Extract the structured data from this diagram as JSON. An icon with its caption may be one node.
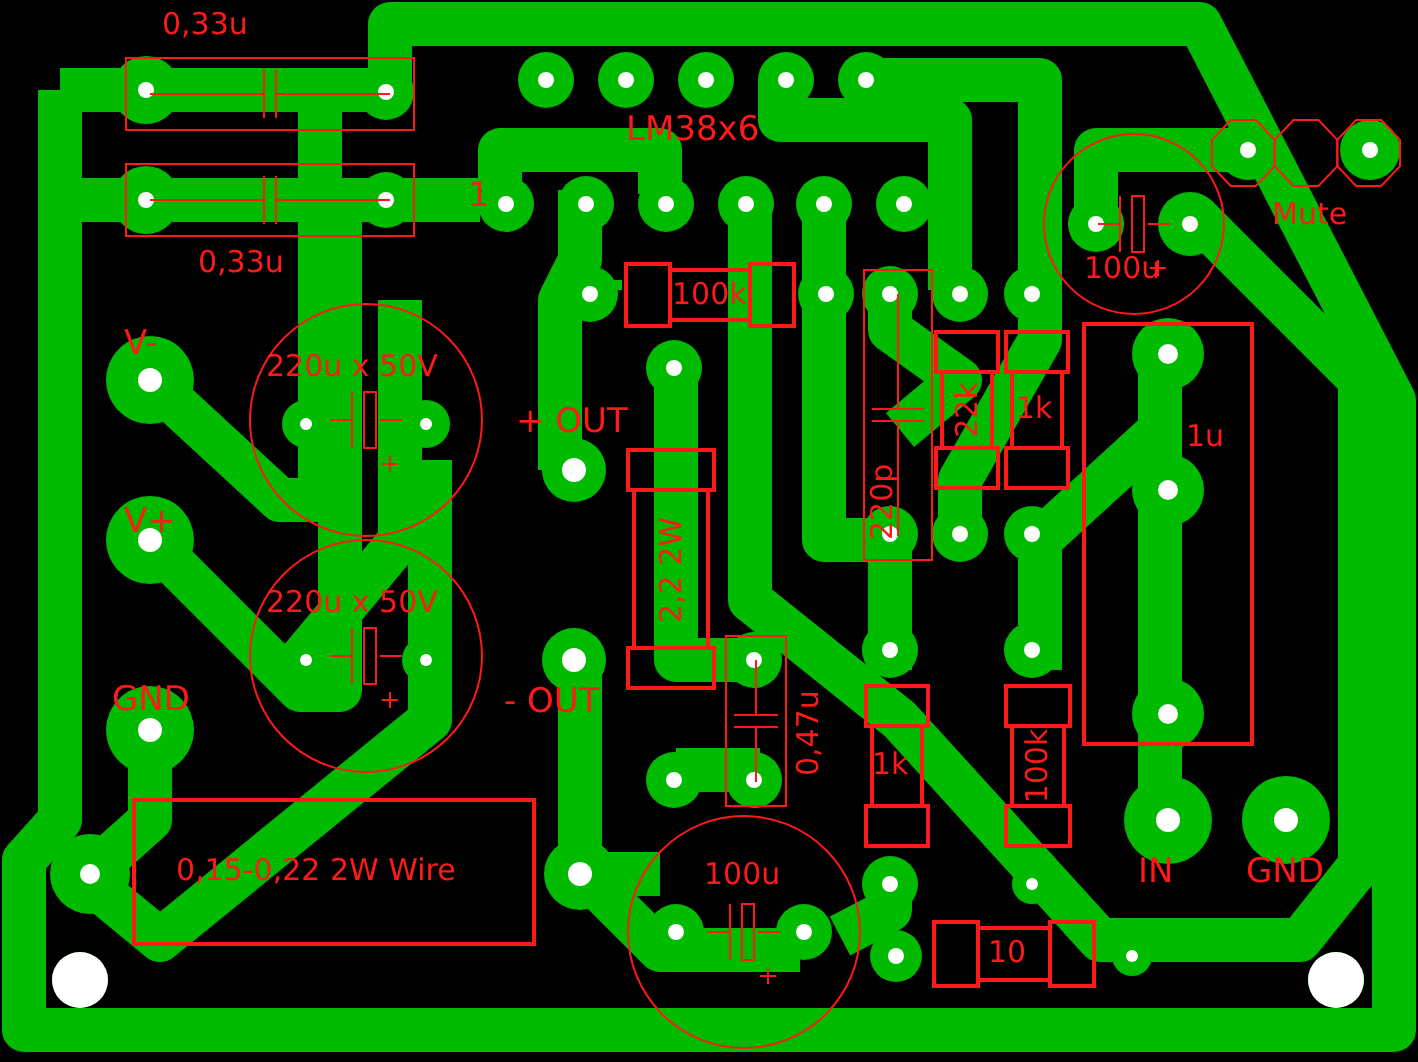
{
  "diagram": {
    "nodes": [
      {
        "text": [
          "0,33u"
        ]
      },
      {
        "text": [
          "0,33u"
        ]
      },
      {
        "text": [
          "220u x 50V"
        ]
      },
      {
        "text": [
          "220u x 50V"
        ]
      },
      {
        "text": [
          "0,15-0,22 2W Wire"
        ]
      },
      {
        "text": [
          "100k"
        ]
      },
      {
        "text": [
          "2,2 2W"
        ]
      },
      {
        "text": [],
        "shape": "box",
        "beside": [
          "0,47u"
        ]
      },
      {
        "text": [
          "100u"
        ]
      },
      {
        "text": [
          "220p"
        ]
      },
      {
        "text": [
          "22k"
        ]
      },
      {
        "text": [
          "1k"
        ]
      },
      {
        "text": [
          "100u"
        ]
      },
      {
        "text": [
          "1u"
        ]
      },
      {
        "text": [
          "1k"
        ]
      },
      {
        "text": [
          "100k"
        ]
      },
      {
        "text": [
          "10"
        ]
      },
      {
        "text": [
          "Mute"
        ]
      }
    ],
    "labels": [
      "LM38x6",
      "1",
      "V-",
      "+ OUT",
      "V+",
      "- OUT",
      "GND",
      "IN",
      "GND"
    ]
  }
}
